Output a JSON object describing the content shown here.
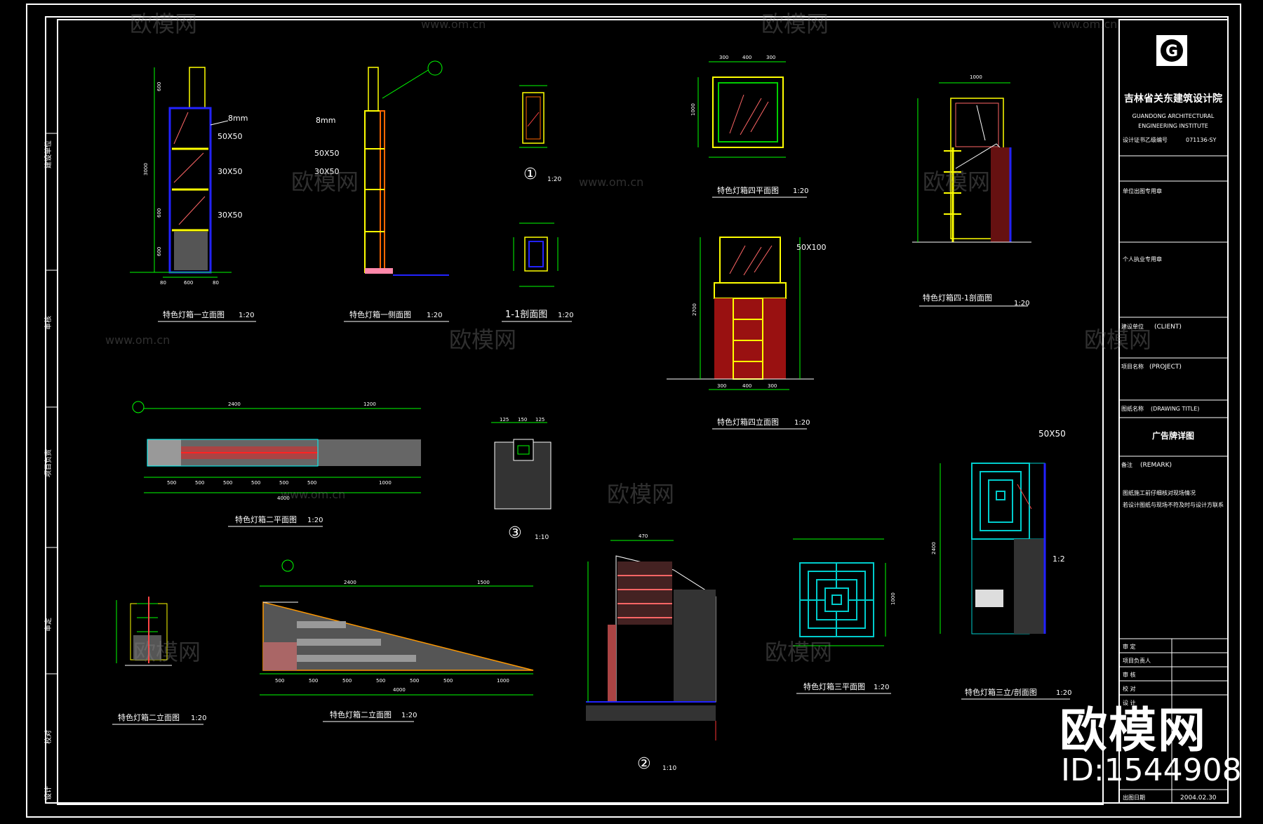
{
  "titleblock": {
    "institute_cn": "吉林省关东建筑设计院",
    "institute_en1": "GUANDONG ARCHITECTURAL",
    "institute_en2": "ENGINEERING INSTITUTE",
    "cert_label": "设计证书乙级编号",
    "cert_no": "071136-SY",
    "stamp1": "单位出图专用章",
    "stamp2": "个人执业专用章",
    "client_label": "建设单位",
    "client_en": "(CLIENT)",
    "project_label": "项目名称",
    "project_en": "(PROJECT)",
    "title_label": "图纸名称",
    "title_en": "(DRAWING TITLE)",
    "drawing_title": "广告牌详图",
    "remark_label": "备注",
    "remark_en": "(REMARK)",
    "remark_line1": "图纸施工前仔细核对现场情况",
    "remark_line2": "若设计图纸与现场不符及时与设计方联系",
    "sign_rows": [
      "审 定",
      "项目负责人",
      "审 核",
      "校 对",
      "设 计"
    ],
    "date_label": "出图日期",
    "date": "2004.02.30"
  },
  "left_strip": [
    "建设单位",
    "审核",
    "项目负责",
    "审定",
    "校对",
    "设计"
  ],
  "views": {
    "v1": {
      "title": "特色灯箱一立面图",
      "scale": "1:20"
    },
    "v2": {
      "title": "特色灯箱一侧面图",
      "scale": "1:20"
    },
    "v3": {
      "title": "1-1剖面图",
      "scale": "1:20"
    },
    "v4": {
      "title": "特色灯箱四平面图",
      "scale": "1:20"
    },
    "v5": {
      "title": "特色灯箱四立面图",
      "scale": "1:20"
    },
    "v6": {
      "title": "特色灯箱四-1剖面图",
      "scale": "1:20"
    },
    "v7": {
      "title": "特色灯箱二平面图",
      "scale": "1:20"
    },
    "v8": {
      "title": "特色灯箱二立面图",
      "scale": "1:20"
    },
    "v9": {
      "title": "特色灯箱二立面图",
      "scale": "1:20"
    },
    "v10": {
      "title": "特色灯箱三平面图",
      "scale": "1:20"
    },
    "v11": {
      "title": "特色灯箱三立/剖面图",
      "scale": "1:20"
    }
  },
  "details": {
    "d1": {
      "num": "①",
      "scale": "1:20"
    },
    "d2": {
      "num": "②",
      "scale": "1:10"
    },
    "d3": {
      "num": "③",
      "scale": "1:10"
    }
  },
  "annotations": {
    "glass": "8mm",
    "glass2": "8mm",
    "frame1": "50X50",
    "frame2": "30X50",
    "frame3": "30X50",
    "frame4": "50X50",
    "frame5": "30X50",
    "frame6": "50X100",
    "frame7": "50X50",
    "frame8": "1:2"
  },
  "dims": {
    "v1_bottom": [
      "80",
      "600",
      "80"
    ],
    "v1_side": [
      "600",
      "3000",
      "600",
      "600"
    ],
    "v4_top": [
      "300",
      "400",
      "300"
    ],
    "v4_side": "1000",
    "v5_bottom": [
      "300",
      "400",
      "300"
    ],
    "v5_side": "2700",
    "v7_top": [
      "2400",
      "1200"
    ],
    "v7_bottom": [
      "500",
      "500",
      "500",
      "500",
      "500",
      "500",
      "1000"
    ],
    "v7_total": "4000",
    "v8_top": [
      "2400",
      "1500"
    ],
    "v8_bottom": [
      "500",
      "500",
      "500",
      "500",
      "500",
      "500",
      "1000"
    ],
    "v8_total": "4000",
    "v6_top": "1000",
    "v11_side": "2400",
    "v10_side": "1000",
    "d3_top": [
      "125",
      "150",
      "125"
    ],
    "d2_top": "470"
  },
  "watermark": {
    "brand": "欧模网",
    "url": "www.om.cn",
    "id_text": "ID:1544908"
  },
  "logo_text": "G"
}
